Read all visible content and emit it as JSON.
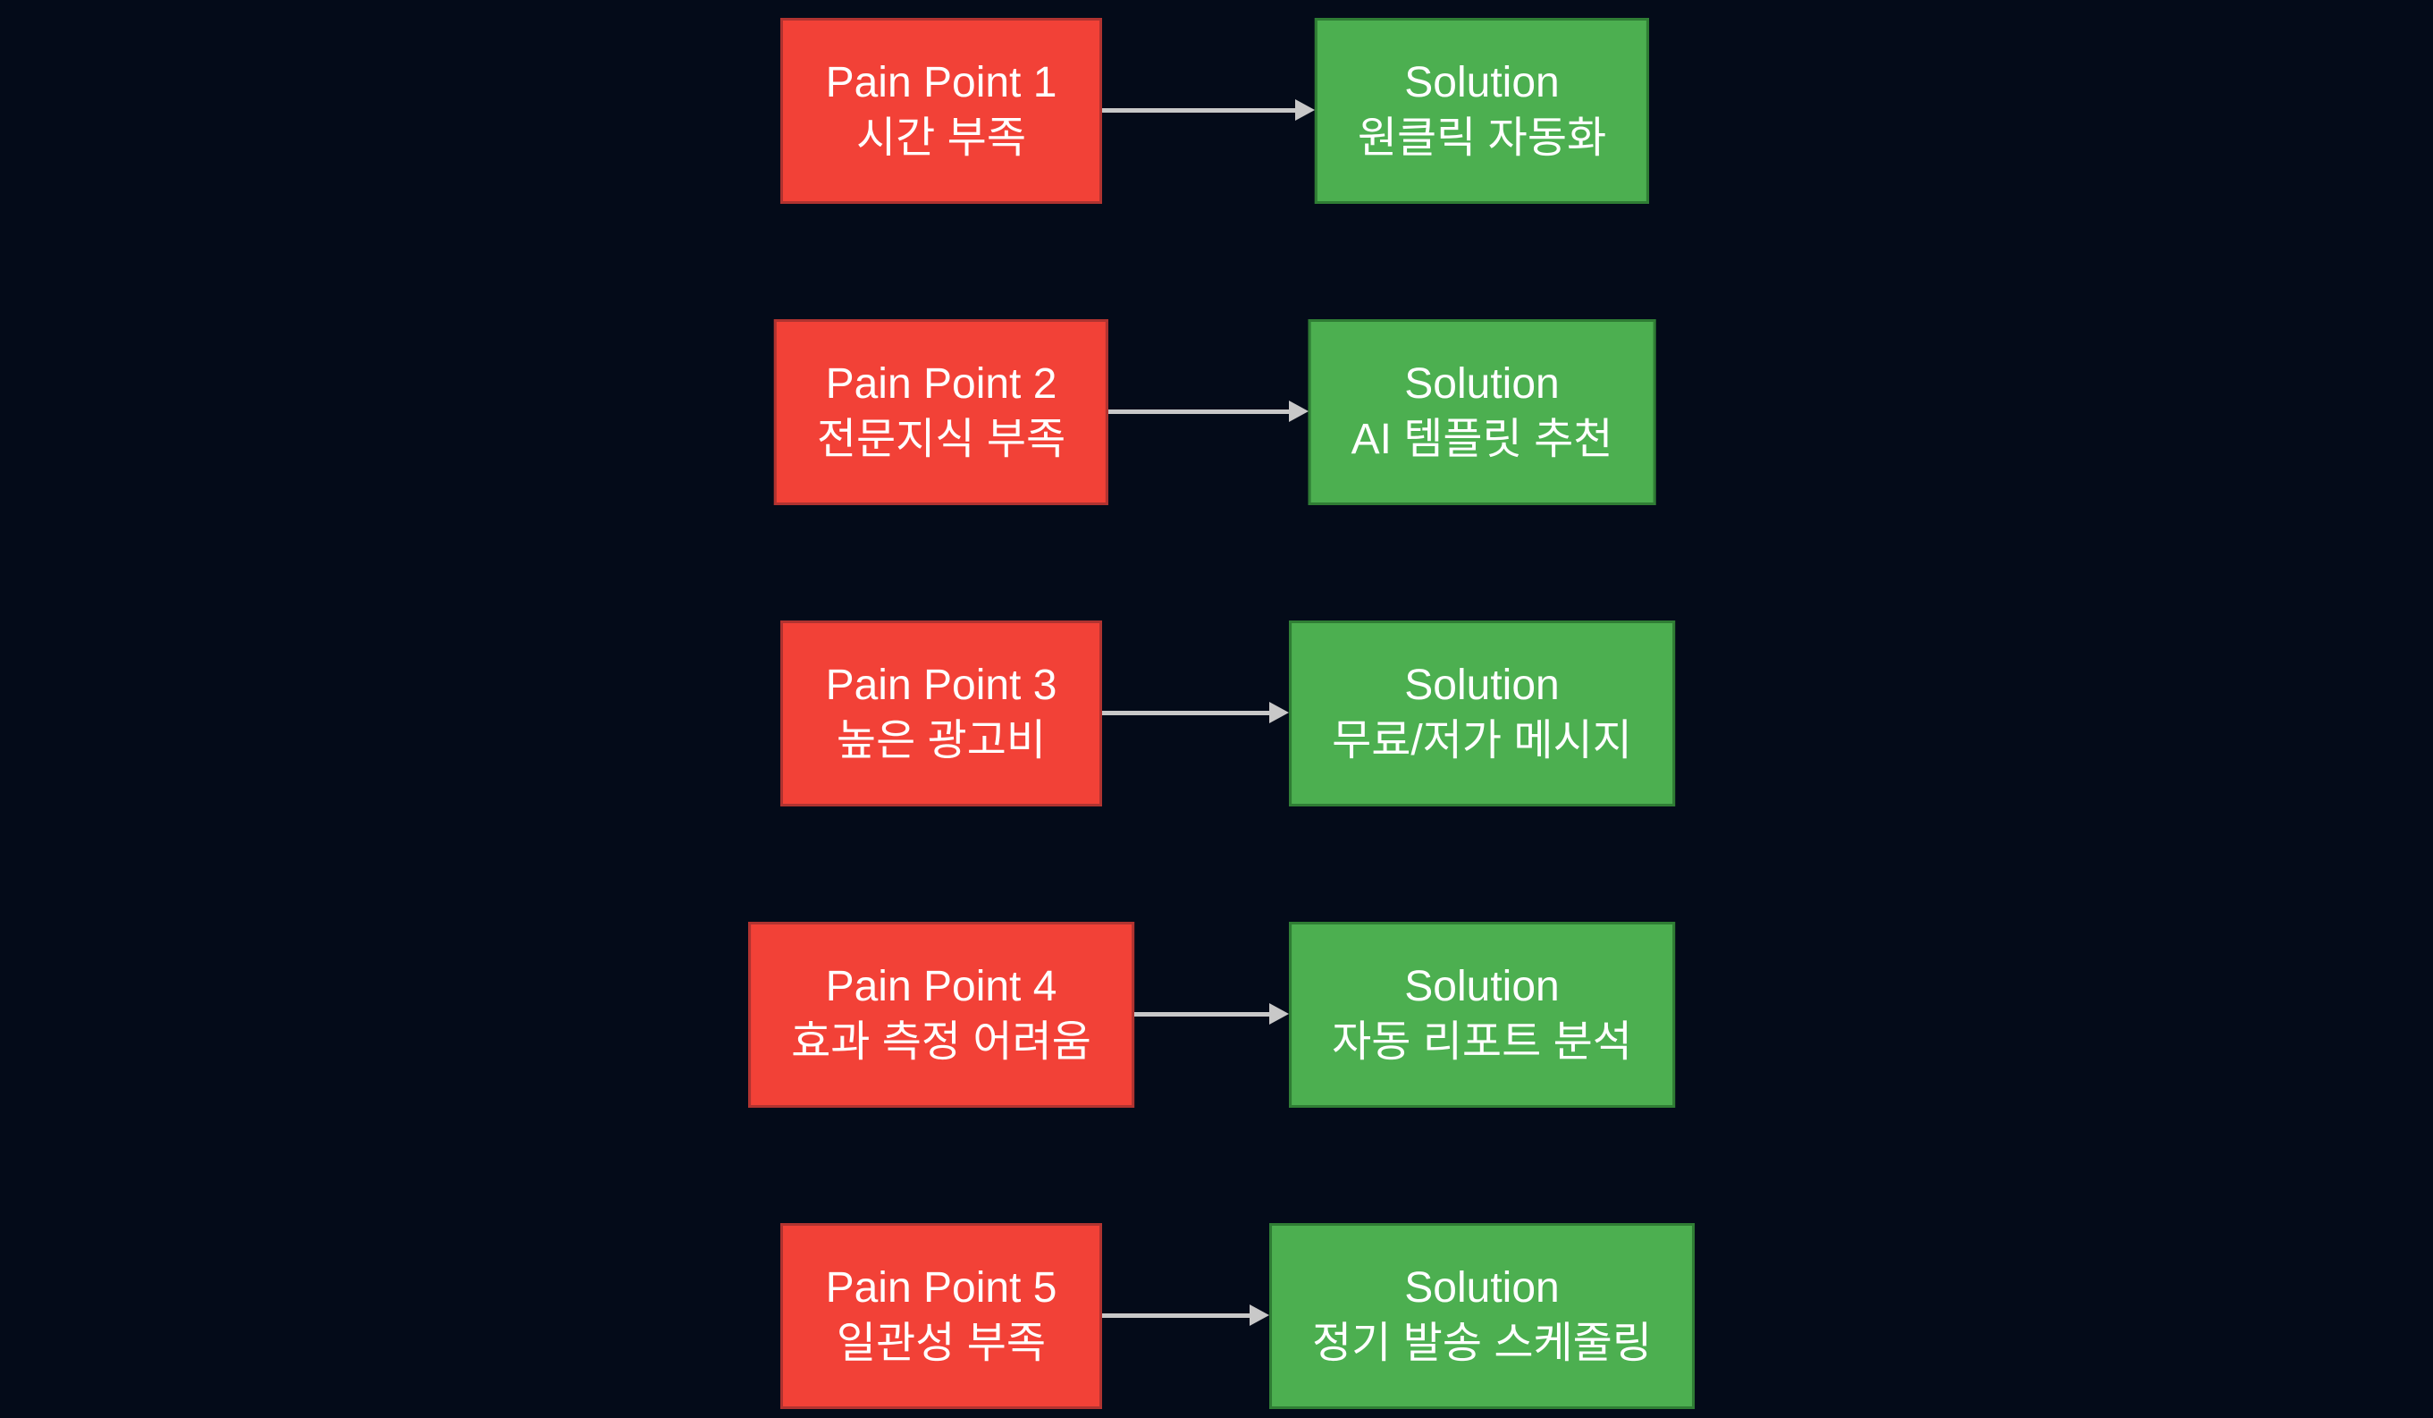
{
  "diagram": {
    "background_color": "#040b19",
    "text_color": "#ffffff",
    "pain_fill_color": "#f24137",
    "pain_border_color": "#b03330",
    "solution_fill_color": "#4caf50",
    "solution_border_color": "#2f7d34",
    "arrow_color": "#c8c8c8",
    "rows": [
      {
        "pain": {
          "title": "Pain Point 1",
          "subtitle": "시간 부족"
        },
        "solution": {
          "title": "Solution",
          "subtitle": "원클릭 자동화"
        }
      },
      {
        "pain": {
          "title": "Pain Point 2",
          "subtitle": "전문지식 부족"
        },
        "solution": {
          "title": "Solution",
          "subtitle": "AI 템플릿 추천"
        }
      },
      {
        "pain": {
          "title": "Pain Point 3",
          "subtitle": "높은 광고비"
        },
        "solution": {
          "title": "Solution",
          "subtitle": "무료/저가 메시지"
        }
      },
      {
        "pain": {
          "title": "Pain Point 4",
          "subtitle": "효과 측정 어려움"
        },
        "solution": {
          "title": "Solution",
          "subtitle": "자동 리포트 분석"
        }
      },
      {
        "pain": {
          "title": "Pain Point 5",
          "subtitle": "일관성 부족"
        },
        "solution": {
          "title": "Solution",
          "subtitle": "정기 발송 스케줄링"
        }
      }
    ]
  }
}
